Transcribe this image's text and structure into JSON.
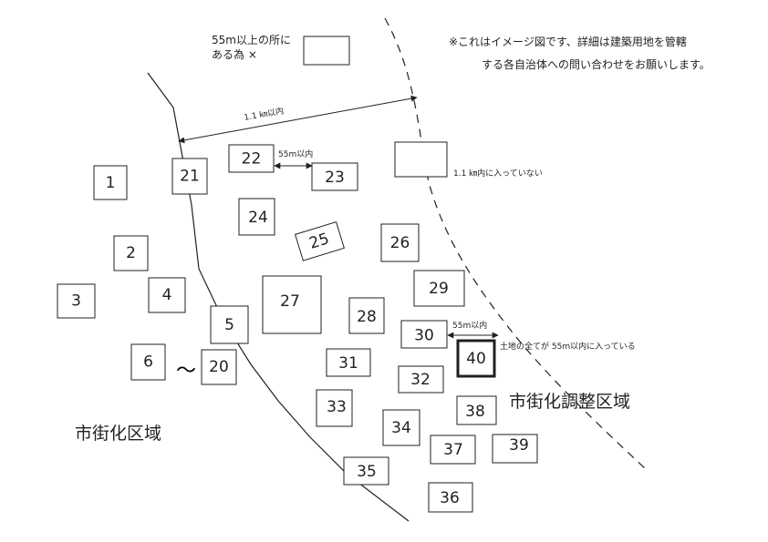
{
  "note": {
    "line1": "※これはイメージ図です、詳細は建築用地を管轄",
    "line2": "する各自治体への問い合わせをお願いします。"
  },
  "labels": {
    "over55_line1": "55m以上の所に",
    "over55_line2": "ある為 ×",
    "dist_1_1km": "1.1 ㎞以内",
    "dist_55m_top": "55m以内",
    "not_in_1_1km": "1.1 ㎞内に入っていない",
    "dist_55m_right": "55m以内",
    "all_within_55m": "土地の全てが 55m以内に入っている",
    "tilde": "～",
    "urban_area": "市街化区域",
    "control_area": "市街化調整区域"
  },
  "lots": [
    "1",
    "2",
    "3",
    "4",
    "5",
    "6",
    "20",
    "21",
    "22",
    "23",
    "24",
    "25",
    "26",
    "27",
    "28",
    "29",
    "30",
    "31",
    "32",
    "33",
    "34",
    "35",
    "36",
    "37",
    "38",
    "39",
    "40"
  ]
}
